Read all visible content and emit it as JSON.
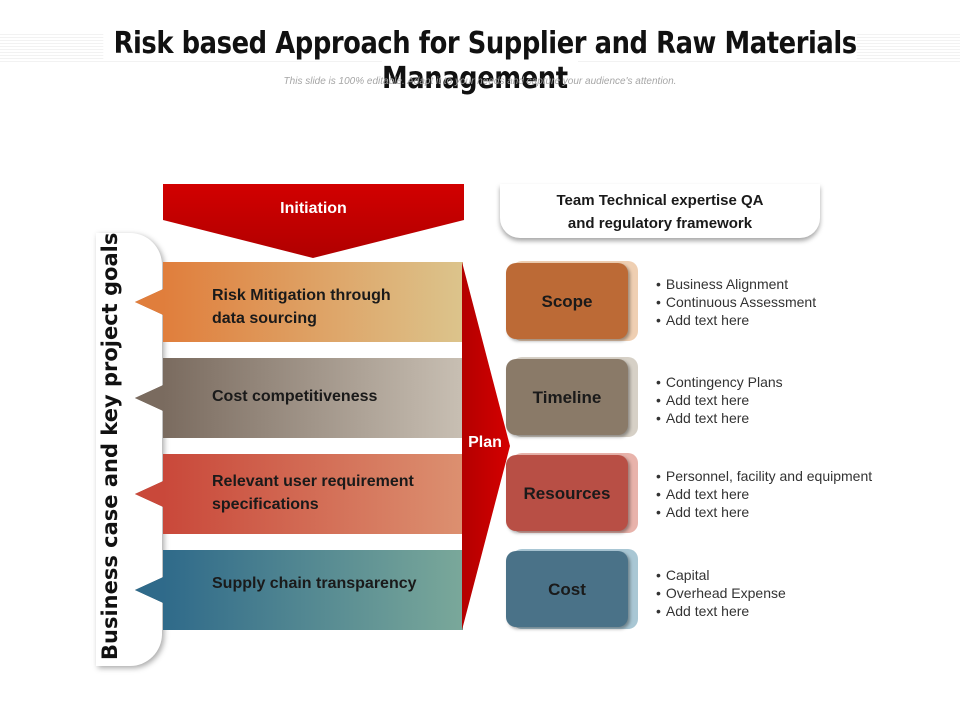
{
  "title": "Risk based Approach for Supplier and Raw Materials Management",
  "subtitle": "This slide is 100% editable. Adapt it to your needs and capture your audience's attention.",
  "left_label": "Business case and key project goals",
  "initiation_label": "Initiation",
  "plan_label": "Plan",
  "goals": [
    {
      "label_line1": "Risk Mitigation through",
      "label_line2": "data sourcing",
      "color_start": "#e07e3c",
      "color_end": "#dcc48c",
      "chevron": "#e07e3c"
    },
    {
      "label_line1": "Cost competitiveness",
      "label_line2": "",
      "color_start": "#7a6b5f",
      "color_end": "#c8bfb3",
      "chevron": "#7a6b5f"
    },
    {
      "label_line1": "Relevant user requirement",
      "label_line2": "specifications",
      "color_start": "#c9483a",
      "color_end": "#dc9070",
      "chevron": "#c9483a"
    },
    {
      "label_line1": "Supply chain transparency",
      "label_line2": "",
      "color_start": "#2f6a8a",
      "color_end": "#7aa89a",
      "chevron": "#2f6a8a"
    }
  ],
  "team": {
    "line1": "Team Technical expertise QA",
    "line2": "and regulatory framework"
  },
  "categories": [
    {
      "label": "Scope",
      "front": "#bc6a36",
      "back": "#efcfb2",
      "bullets": [
        "Business Alignment",
        "Continuous Assessment",
        "Add text here"
      ]
    },
    {
      "label": "Timeline",
      "front": "#8a7a68",
      "back": "#d6d0c6",
      "bullets": [
        "Contingency Plans",
        "Add text here",
        "Add text here"
      ]
    },
    {
      "label": "Resources",
      "front": "#b84f45",
      "back": "#e8b3ab",
      "bullets": [
        "Personnel, facility and equipment",
        "Add text here",
        "Add text here"
      ]
    },
    {
      "label": "Cost",
      "front": "#4a7288",
      "back": "#a9c7d4",
      "bullets": [
        "Capital",
        "Overhead Expense",
        "Add text here"
      ]
    }
  ],
  "colors": {
    "initiation": "#c00000",
    "plan": "#c00000"
  }
}
